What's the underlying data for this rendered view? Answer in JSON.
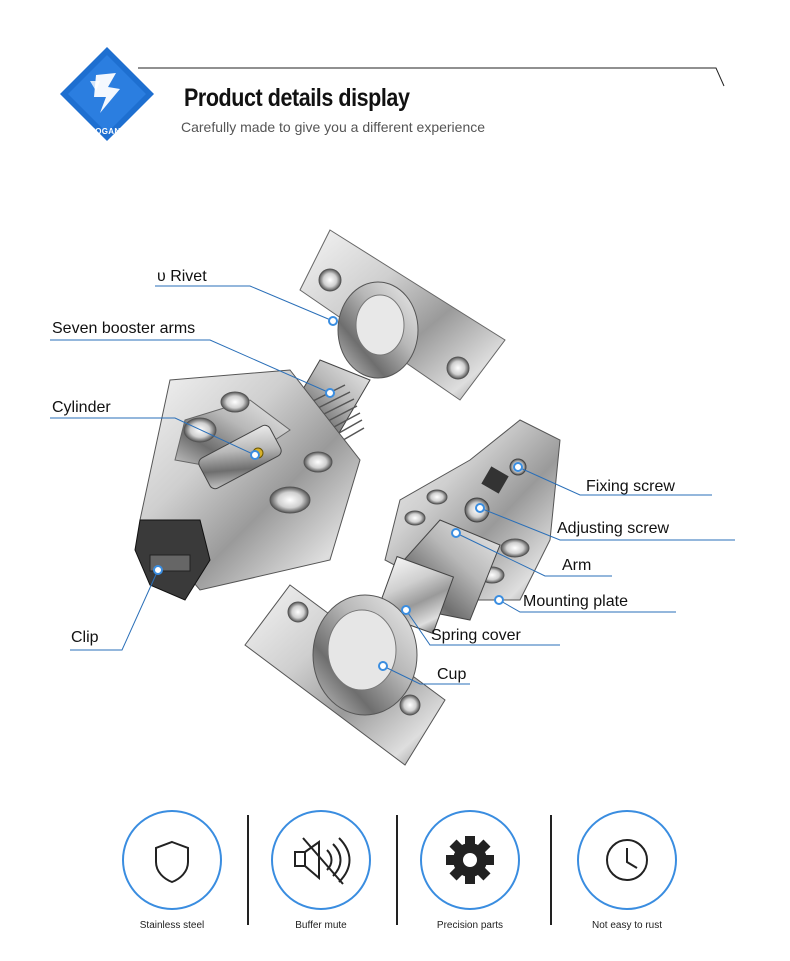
{
  "header": {
    "logo_text": "ZUOGANG",
    "title": "Product details display",
    "subtitle": "Carefully made to give you a different experience"
  },
  "callouts": {
    "rivet": "υ Rivet",
    "booster_arms": "Seven booster arms",
    "cylinder": "Cylinder",
    "clip": "Clip",
    "fixing_screw": "Fixing screw",
    "adjusting_screw": "Adjusting screw",
    "arm": "Arm",
    "mounting_plate": "Mounting plate",
    "spring_cover": "Spring cover",
    "cup": "Cup"
  },
  "features": [
    {
      "label": "Stainless steel",
      "icon": "shield-icon"
    },
    {
      "label": "Buffer mute",
      "icon": "speaker-mute-icon"
    },
    {
      "label": "Precision parts",
      "icon": "gear-icon"
    },
    {
      "label": "Not easy to rust",
      "icon": "clock-icon"
    }
  ],
  "colors": {
    "accent": "#1e6fd0",
    "accent_light": "#3a8de0",
    "line": "#2a6fb8"
  }
}
